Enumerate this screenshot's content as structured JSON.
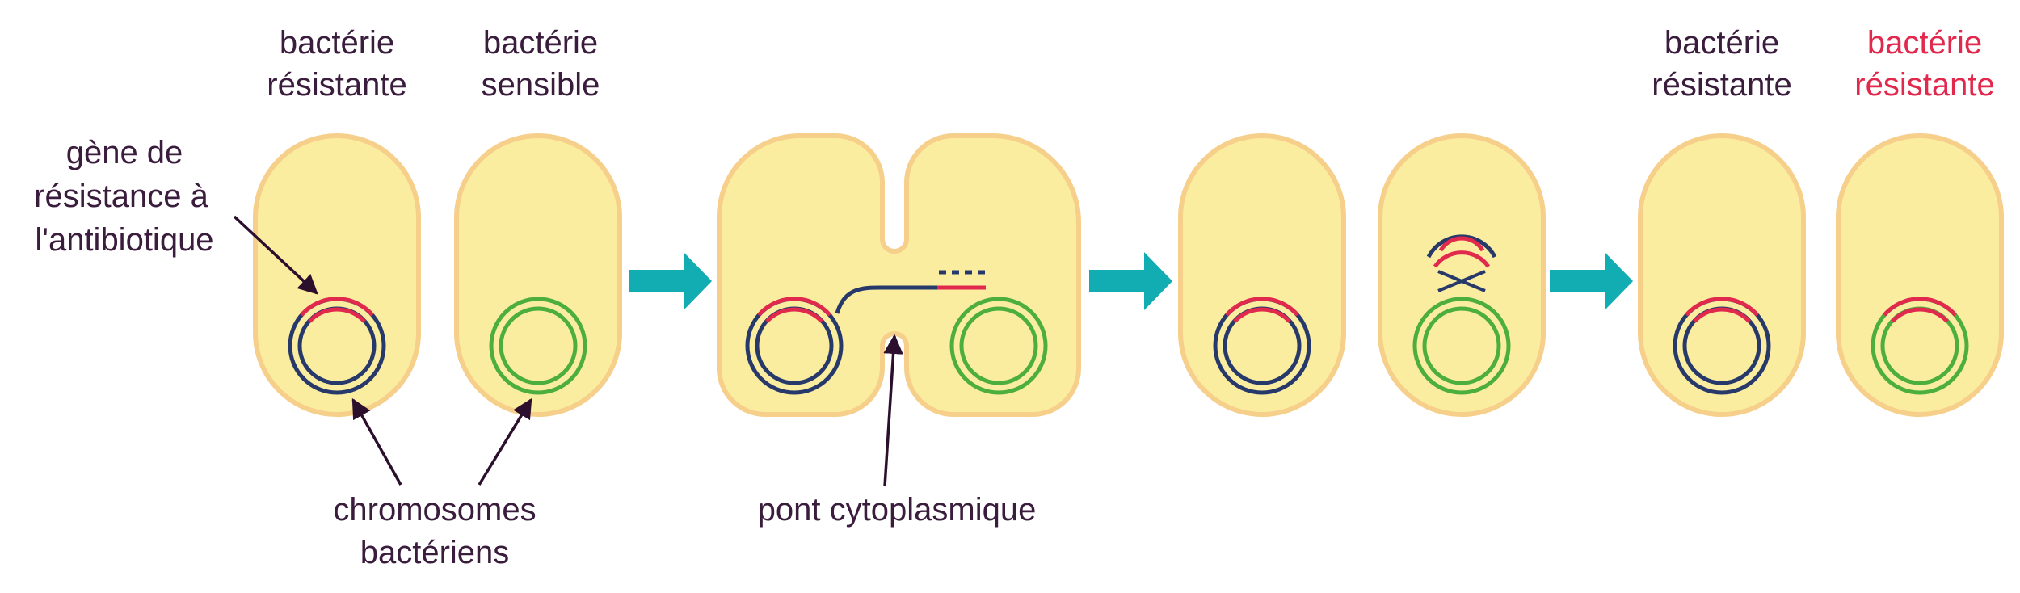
{
  "labels": {
    "bact_resistante_1_l1": "bactérie",
    "bact_resistante_1_l2": "résistante",
    "bact_sensible_l1": "bactérie",
    "bact_sensible_l2": "sensible",
    "gene_l1": "gène de",
    "gene_l2": "résistance à",
    "gene_l3": "l'antibiotique",
    "chromosomes_l1": "chromosomes",
    "chromosomes_l2": "bactériens",
    "pont": "pont cytoplasmique",
    "final_resistante_1_l1": "bactérie",
    "final_resistante_1_l2": "résistante",
    "final_resistante_2_l1": "bactérie",
    "final_resistante_2_l2": "résistante"
  },
  "colors": {
    "cell_fill": "#fbed9f",
    "cell_stroke": "#f6cf8a",
    "resistant_chromosome": "#27396a",
    "sensitive_chromosome": "#4cae3c",
    "resistance_gene": "#e1284d",
    "step_arrow": "#12adb2",
    "pointer": "#2b0f2c"
  }
}
